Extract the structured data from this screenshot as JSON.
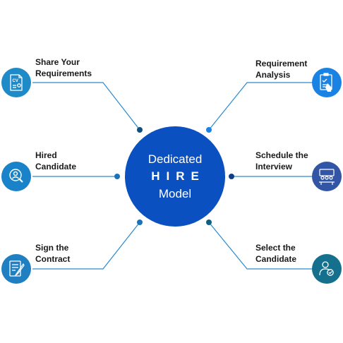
{
  "center": {
    "line1": "Dedicated",
    "line2": "HIRE",
    "line3": "Model"
  },
  "steps": [
    {
      "line1": "Share Your",
      "line2": "Requirements",
      "icon": "cv-document-icon",
      "color": "#1f8ac8"
    },
    {
      "line1": "Requirement",
      "line2": "Analysis",
      "icon": "checklist-icon",
      "color": "#1a82e2"
    },
    {
      "line1": "Hired",
      "line2": "Candidate",
      "icon": "user-search-icon",
      "color": "#1a82c8"
    },
    {
      "line1": "Schedule the",
      "line2": "Interview",
      "icon": "interview-icon",
      "color": "#3355a5"
    },
    {
      "line1": "Sign the",
      "line2": "Contract",
      "icon": "sign-contract-icon",
      "color": "#1f7fc0"
    },
    {
      "line1": "Select the",
      "line2": "Candidate",
      "icon": "user-check-icon",
      "color": "#15708e"
    }
  ],
  "colors": {
    "hub": "#0b50c0",
    "connector": "#2a8ad0",
    "text": "#1a1a1a"
  }
}
